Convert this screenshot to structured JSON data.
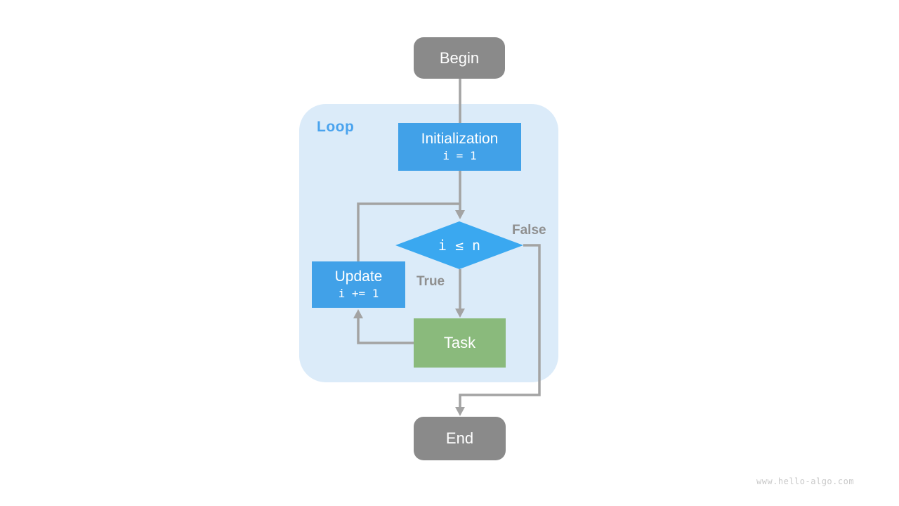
{
  "diagram": {
    "kind": "flowchart",
    "loop": {
      "label": "Loop"
    },
    "nodes": {
      "begin": {
        "label": "Begin"
      },
      "initialization": {
        "title": "Initialization",
        "code": "i = 1"
      },
      "condition": {
        "code": "i ≤ n"
      },
      "update": {
        "title": "Update",
        "code": "i += 1"
      },
      "task": {
        "label": "Task"
      },
      "end": {
        "label": "End"
      }
    },
    "edges": {
      "true_label": "True",
      "false_label": "False"
    },
    "colors": {
      "terminal_gray": "#8A8A8A",
      "process_blue": "#41A1E8",
      "condition_blue": "#3AA8F0",
      "task_green": "#8ABA7C",
      "loop_background": "#DBEBF9",
      "loop_label_blue": "#4AA3EE",
      "edge_label_gray": "#8F8F8F",
      "edge_line_gray": "#A3A3A3",
      "watermark_gray": "#C9C9C9"
    },
    "watermark": "www.hello-algo.com"
  }
}
